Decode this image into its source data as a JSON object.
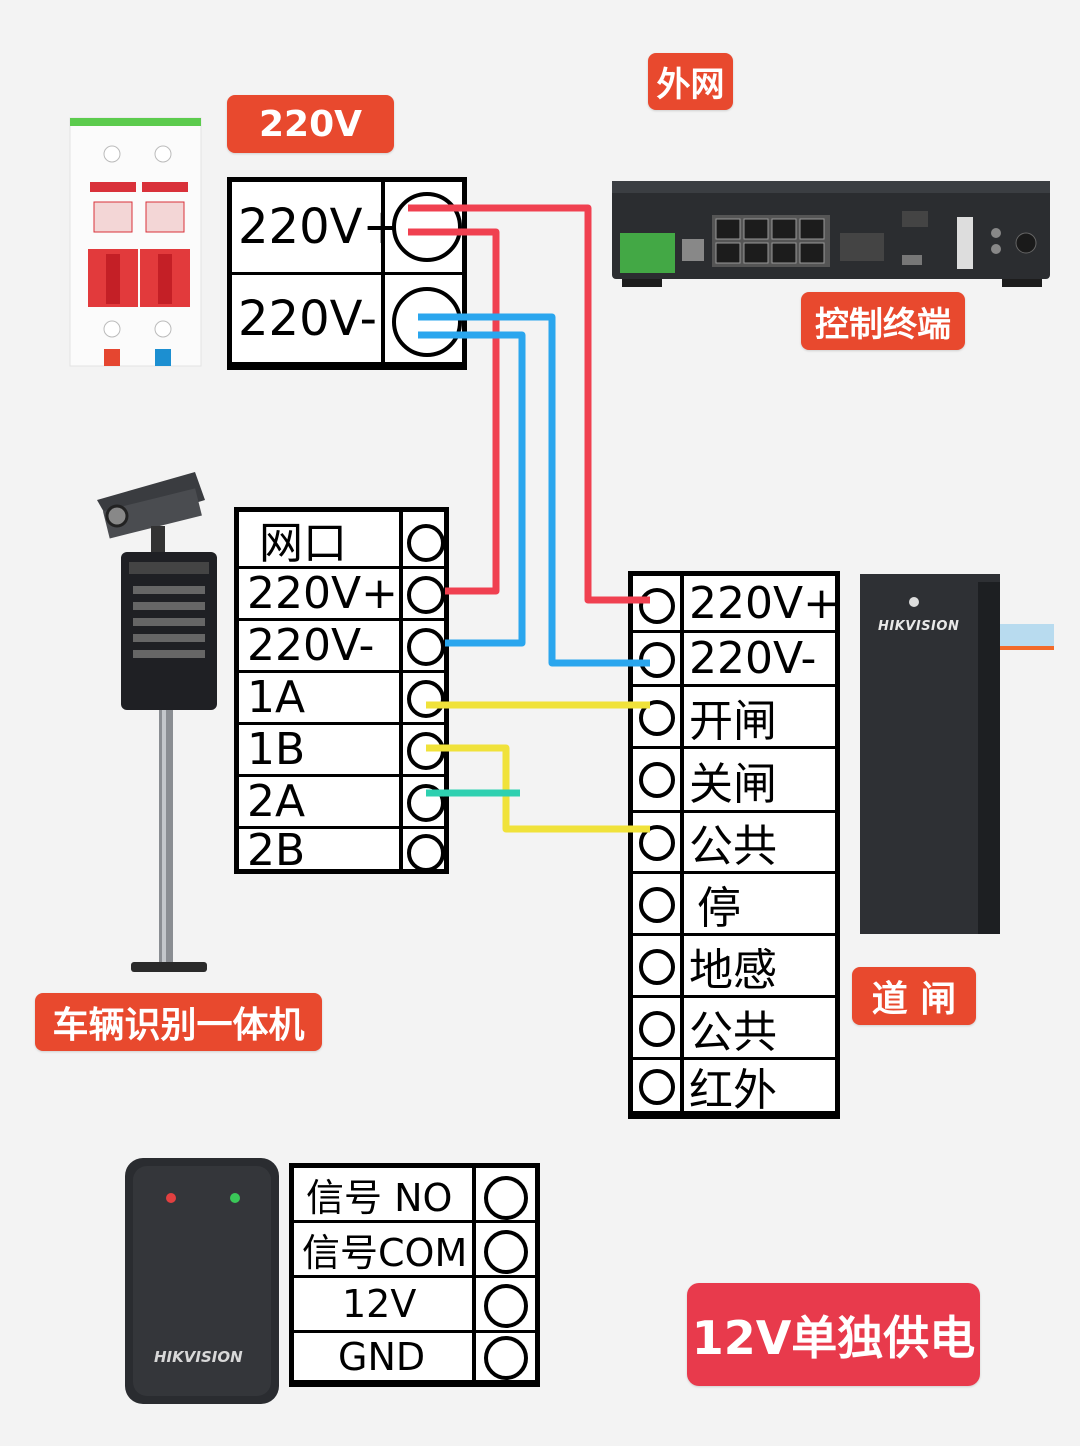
{
  "labels": {
    "v220": "220V",
    "external_net": "外网",
    "control_terminal": "控制终端",
    "lpr_camera": "车辆识别一体机",
    "barrier_gate": "道 闸",
    "separate_power": "12V单独供电"
  },
  "power_block": {
    "rows": [
      "220V+",
      "220V-"
    ]
  },
  "camera_block": {
    "rows": [
      "网口",
      "220V+",
      "220V-",
      "1A",
      "1B",
      "2A",
      "2B"
    ]
  },
  "gate_block": {
    "rows": [
      "220V+",
      "220V-",
      "开闸",
      "关闸",
      "公共",
      "停",
      "地感",
      "公共",
      "红外"
    ]
  },
  "reader_block": {
    "rows": [
      "信号 NO",
      "信号COM",
      "12V",
      "GND"
    ]
  },
  "brands": {
    "gate": "HIKVISION",
    "reader": "HIKVISION"
  },
  "wire_colors": {
    "live": "#f04050",
    "neutral": "#2aa6ee",
    "signal": "#f0e23a",
    "signal2": "#2ed0b0"
  }
}
